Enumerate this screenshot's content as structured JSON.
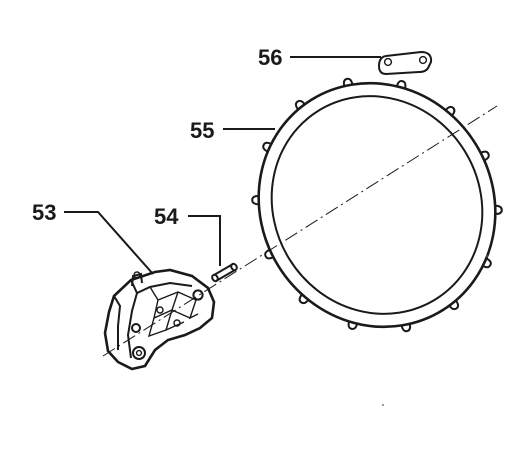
{
  "callouts": {
    "c56": "56",
    "c55": "55",
    "c54": "54",
    "c53": "53"
  }
}
